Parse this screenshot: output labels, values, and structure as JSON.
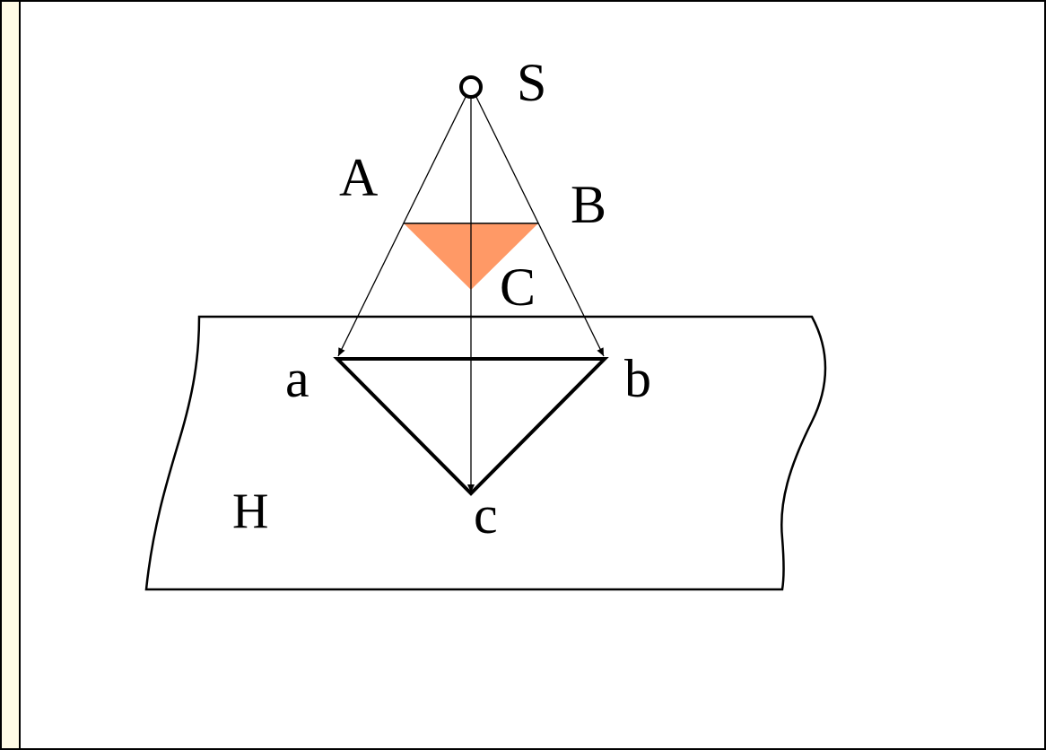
{
  "diagram": {
    "labels": {
      "S": "S",
      "A": "A",
      "B": "B",
      "C": "C",
      "a": "a",
      "b": "b",
      "c": "c",
      "H": "H"
    },
    "colors": {
      "frame_border": "#000000",
      "frame_background": "#fffbe6",
      "panel_background": "#ffffff",
      "triangle_fill": "#ff9966",
      "line": "#000000"
    }
  }
}
